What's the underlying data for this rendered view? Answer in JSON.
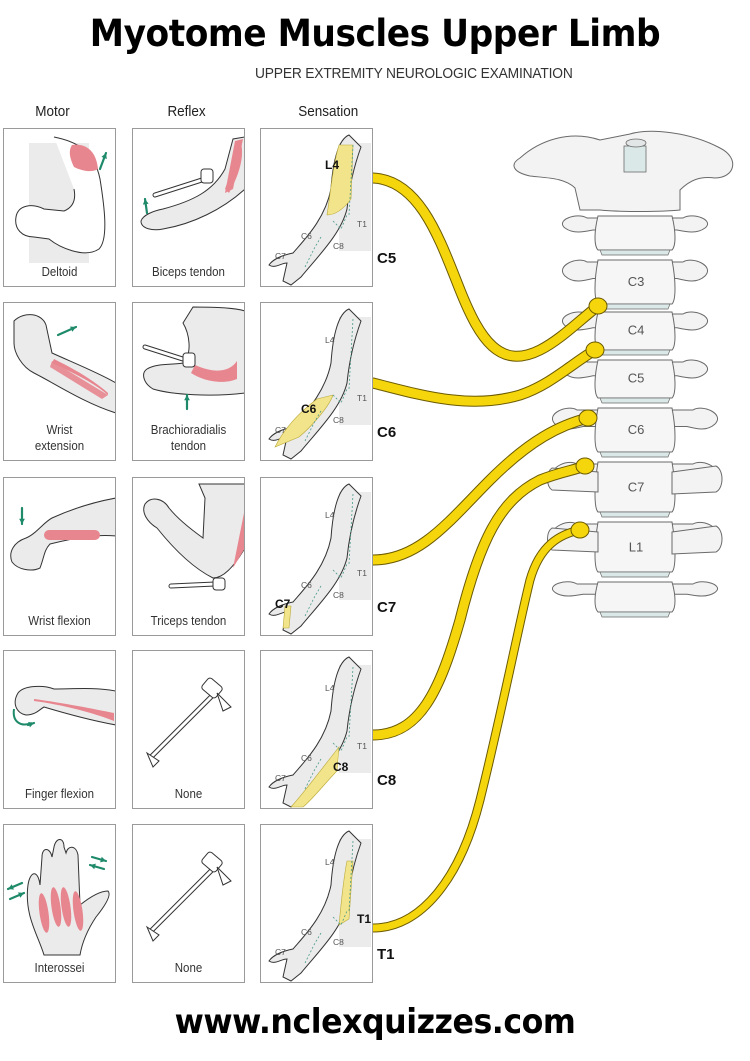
{
  "title": "Myotome Muscles Upper Limb",
  "subtitle": "UPPER EXTREMITY NEUROLOGIC EXAMINATION",
  "columns": {
    "motor": "Motor",
    "reflex": "Reflex",
    "sensation": "Sensation"
  },
  "rows": [
    {
      "root": "C5",
      "motor": "Deltoid",
      "reflex": [
        "Biceps tendon"
      ],
      "highlight_label": "L4"
    },
    {
      "root": "C6",
      "motor": "Wrist|extension",
      "reflex": [
        "Brachioradialis",
        "tendon"
      ],
      "highlight_label": "C6"
    },
    {
      "root": "C7",
      "motor": "Wrist flexion",
      "reflex": [
        "Triceps tendon"
      ],
      "highlight_label": "C7"
    },
    {
      "root": "C8",
      "motor": "Finger flexion",
      "reflex": [
        "None"
      ],
      "highlight_label": "C8"
    },
    {
      "root": "T1",
      "motor": "Interossei",
      "reflex": [
        "None"
      ],
      "highlight_label": "T1"
    }
  ],
  "motor_lines": [
    [
      "Deltoid"
    ],
    [
      "Wrist",
      "extension"
    ],
    [
      "Wrist flexion"
    ],
    [
      "Finger flexion"
    ],
    [
      "Interossei"
    ]
  ],
  "dermatome_labels": [
    "L4",
    "C6",
    "C7",
    "C8",
    "T1"
  ],
  "vertebrae": [
    "C3",
    "C4",
    "C5",
    "C6",
    "C7",
    "L1"
  ],
  "footer": "www.nclexquizzes.com",
  "colors": {
    "muscle": "#e8868f",
    "arrow": "#1e8a6a",
    "skin": "#ebebeb",
    "dermatome": "#f2e48a",
    "nerve": "#f5d60d",
    "nerve_outline": "#6b5a00",
    "bone": "#f3f3f3",
    "bone_shade": "#e2e6e6",
    "disc": "#dbe8e8",
    "outline": "#555555"
  }
}
